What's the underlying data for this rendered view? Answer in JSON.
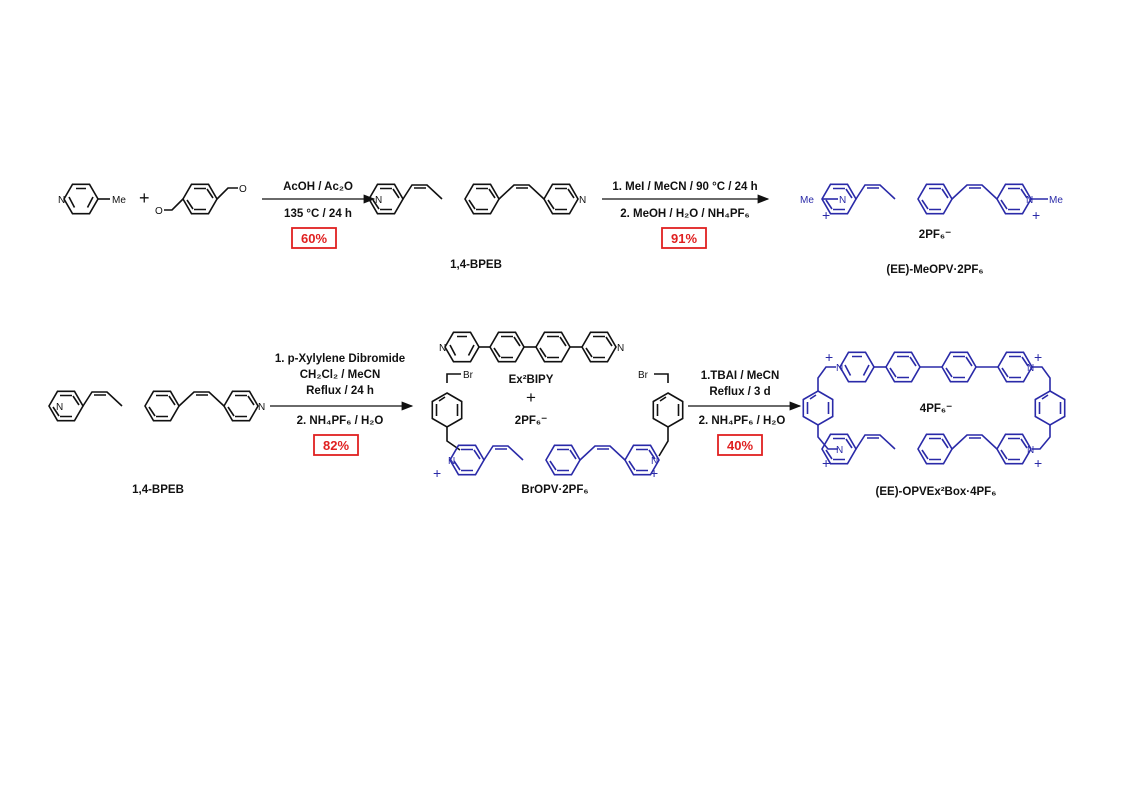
{
  "reaction1": {
    "methyl_label": "Me",
    "n_label": "N",
    "oxygen_label": "O",
    "plus_sign": "+",
    "condition_top": "AcOH / Ac₂O",
    "condition_bottom": "135 °C / 24 h",
    "yield": "60%"
  },
  "product1": {
    "name": "1,4-BPEB"
  },
  "reaction2": {
    "condition_top": "1. MeI / MeCN / 90 °C / 24 h",
    "condition_bottom": "2. MeOH / H₂O / NH₄PF₆",
    "yield": "91%"
  },
  "product2": {
    "counterion": "2PF₆⁻",
    "name": "(EE)-MeOPV·2PF₆"
  },
  "reaction3": {
    "start_name": "1,4-BPEB",
    "condition_1": "1. p-Xylylene Dibromide",
    "condition_2": "CH₂Cl₂ / MeCN",
    "condition_3": "Reflux / 24 h",
    "condition_4": "2. NH₄PF₆ / H₂O",
    "yield": "82%"
  },
  "intermediate": {
    "template_name": "Ex²BIPY",
    "plus_sign": "+",
    "counterion": "2PF₆⁻",
    "bromo_label": "Br",
    "name": "BrOPV·2PF₆"
  },
  "reaction4": {
    "condition_1": "1.TBAI / MeCN",
    "condition_2": "Reflux / 3 d",
    "condition_3": "2. NH₄PF₆ / H₂O",
    "yield": "40%"
  },
  "product3": {
    "counterion": "4PF₆⁻",
    "name": "(EE)-OPVEx²Box·4PF₆"
  },
  "colors": {
    "product_blue": "#2a2aa8",
    "yield_red": "#e02020"
  }
}
